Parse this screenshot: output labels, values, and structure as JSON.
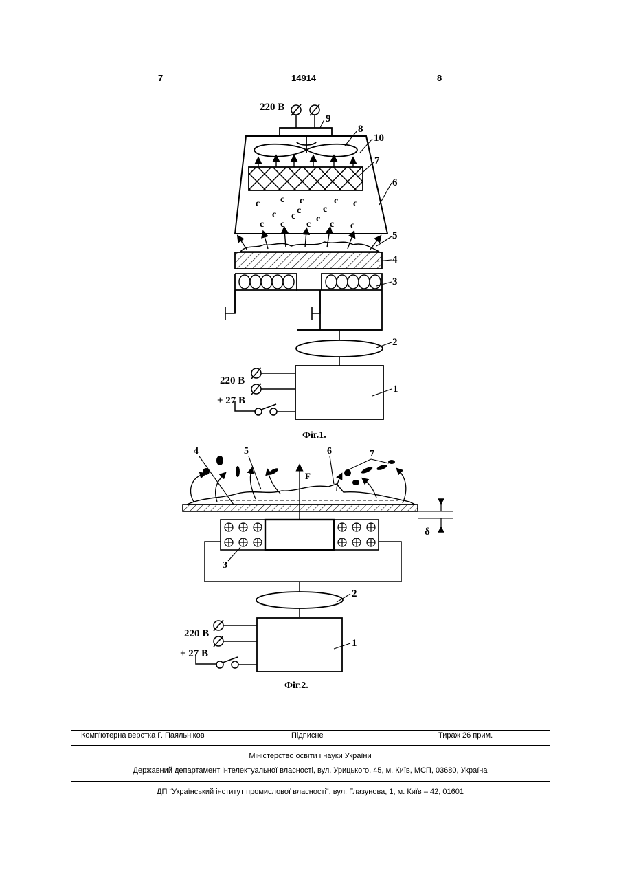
{
  "header": {
    "page_left": "7",
    "patent_number": "14914",
    "page_right": "8"
  },
  "fig1": {
    "caption": "Фіг.1.",
    "voltage_top": "220 В",
    "voltage_left": "220 В",
    "voltage_low": "+ 27 В",
    "labels": [
      "1",
      "2",
      "3",
      "4",
      "5",
      "6",
      "7",
      "8",
      "9",
      "10"
    ]
  },
  "fig2": {
    "caption": "Фіг.2.",
    "voltage_left": "220 В",
    "voltage_low": "+ 27 В",
    "force_label": "F",
    "gap_label": "δ",
    "labels": [
      "1",
      "2",
      "3",
      "4",
      "5",
      "6",
      "7"
    ]
  },
  "footer": {
    "layout_credit": "Комп'ютерна верстка Г. Паяльніков",
    "signed": "Підписне",
    "print_run": "Тираж 26 прим.",
    "ministry": "Міністерство освіти і науки України",
    "department": "Державний департамент інтелектуальної власності, вул. Урицького, 45, м. Київ, МСП, 03680, Україна",
    "publisher": "ДП “Український інститут промислової власності”, вул. Глазунова, 1, м. Київ – 42, 01601"
  }
}
